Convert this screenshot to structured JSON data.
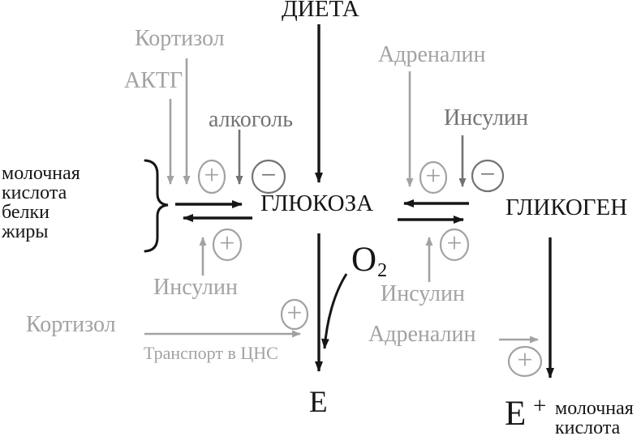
{
  "palette": {
    "ink": "#161616",
    "light_gray": "#a2a2a2",
    "mid_gray": "#737373",
    "background": "#ffffff"
  },
  "nodes": {
    "diet": "ДИЕТА",
    "glucose": "ГЛЮКОЗА",
    "glycogen": "ГЛИКОГЕН",
    "oxygen": {
      "symbol": "O",
      "subscript": "2"
    },
    "energy_left": "Е",
    "energy_right": {
      "symbol": "Е",
      "plus": "+",
      "product_lines": [
        "молочная",
        "кислота"
      ]
    }
  },
  "substrates": {
    "lines": [
      "молочная",
      "кислота",
      "белки",
      "жиры"
    ]
  },
  "regulators": {
    "cortisol_top": "Кортизол",
    "acth": "АКТГ",
    "alcohol": "алкоголь",
    "adrenaline_top": "Адреналин",
    "insulin_top_right": "Инсулин",
    "insulin_bottom_left": "Инсулин",
    "insulin_bottom_right": "Инсулин",
    "cortisol_bottom": "Кортизол",
    "transport_cns": "Транспорт в ЦНС",
    "adrenaline_bottom": "Адреналин"
  },
  "badges": {
    "plus": "+",
    "minus": "−"
  }
}
